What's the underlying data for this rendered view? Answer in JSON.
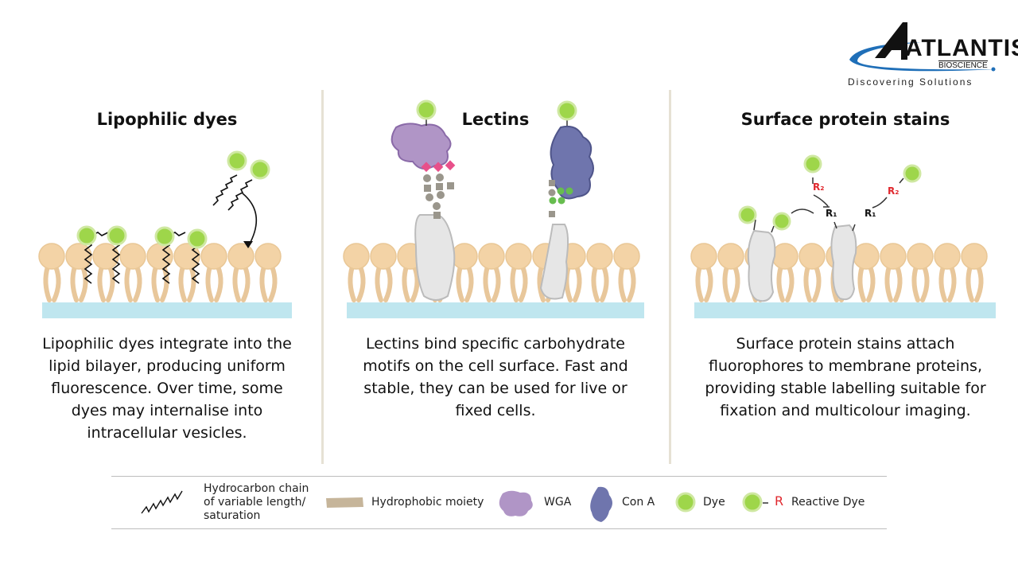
{
  "logo": {
    "brand": "ATLANTIS",
    "sub": "BIOSCIENCE",
    "tagline": "Discovering Solutions"
  },
  "panels": [
    {
      "title": "Lipophilic dyes",
      "description": "Lipophilic dyes integrate into the lipid bilayer, producing uniform fluorescence. Over time, some dyes may internalise into intracellular vesicles."
    },
    {
      "title": "Lectins",
      "description": "Lectins bind specific carbohydrate motifs on the cell surface. Fast and stable, they can be used for live or fixed cells."
    },
    {
      "title": "Surface protein stains",
      "description": "Surface protein stains attach fluorophores to membrane proteins, providing stable labelling suitable for fixation and multicolour imaging.",
      "labels": {
        "r1": "R₁",
        "r2": "R₂"
      }
    }
  ],
  "legend": {
    "hydrocarbon": "Hydrocarbon chain of variable length/ saturation",
    "hydrophobic": "Hydrophobic moiety",
    "wga": "WGA",
    "cona": "Con A",
    "dye": "Dye",
    "reactive_r": "R",
    "reactive": "Reactive Dye"
  },
  "colors": {
    "dye": "#9ed64a",
    "wga": "#b095c6",
    "cona": "#6f75ad",
    "head": "#f3d3a6",
    "tail": "#e8c79b",
    "water": "#bfe6ef",
    "reactive": "#e0282e"
  }
}
